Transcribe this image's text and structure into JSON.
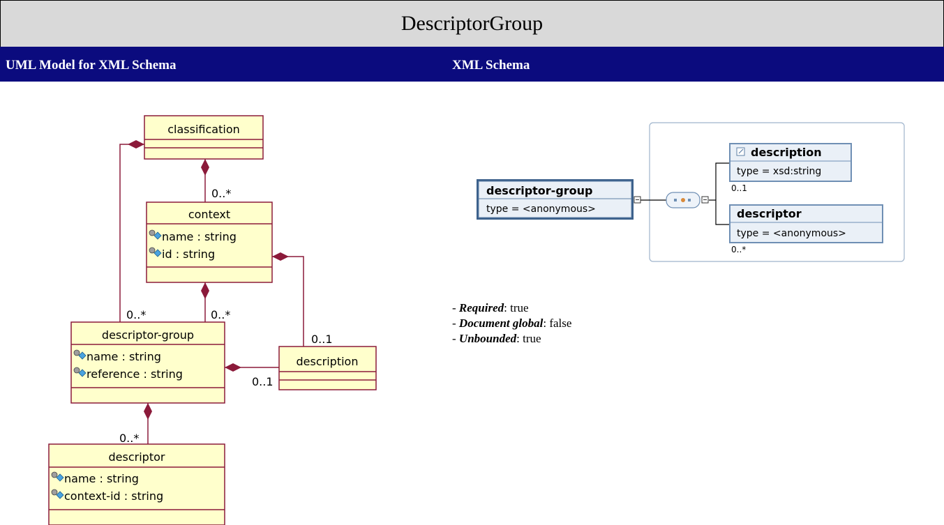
{
  "page": {
    "title": "DescriptorGroup",
    "header_left": "UML Model for XML Schema",
    "header_right": "XML Schema"
  },
  "uml": {
    "classes": {
      "classification": {
        "name": "classification"
      },
      "context": {
        "name": "context",
        "attrs": [
          "name : string",
          "id : string"
        ]
      },
      "descriptor_group": {
        "name": "descriptor-group",
        "attrs": [
          "name : string",
          "reference : string"
        ]
      },
      "description": {
        "name": "description"
      },
      "descriptor": {
        "name": "descriptor",
        "attrs": [
          "name : string",
          "context-id : string"
        ]
      }
    },
    "multiplicities": {
      "context_from_classification": "0..*",
      "group_from_classification": "0..*",
      "group_from_context": "0..*",
      "description_from_context": "0..1",
      "description_from_group": "0..1",
      "descriptor_from_group": "0..*"
    }
  },
  "xsd": {
    "root": {
      "name": "descriptor-group",
      "type": "type = <anonymous>"
    },
    "children": [
      {
        "name": "description",
        "type": "type = xsd:string",
        "occurs": "0..1"
      },
      {
        "name": "descriptor",
        "type": "type = <anonymous>",
        "occurs": "0..*"
      }
    ]
  },
  "properties": [
    {
      "label": "Required",
      "value": "true"
    },
    {
      "label": "Document global",
      "value": "false"
    },
    {
      "label": "Unbounded",
      "value": "true"
    }
  ],
  "colors": {
    "title_bg": "#d9d9d9",
    "header_bg": "#0b0b7e",
    "uml_class_fill": "#ffffcc",
    "uml_line": "#8b1a3a",
    "xsd_border": "#6f8fb4",
    "xsd_fill": "#e8eef6"
  }
}
